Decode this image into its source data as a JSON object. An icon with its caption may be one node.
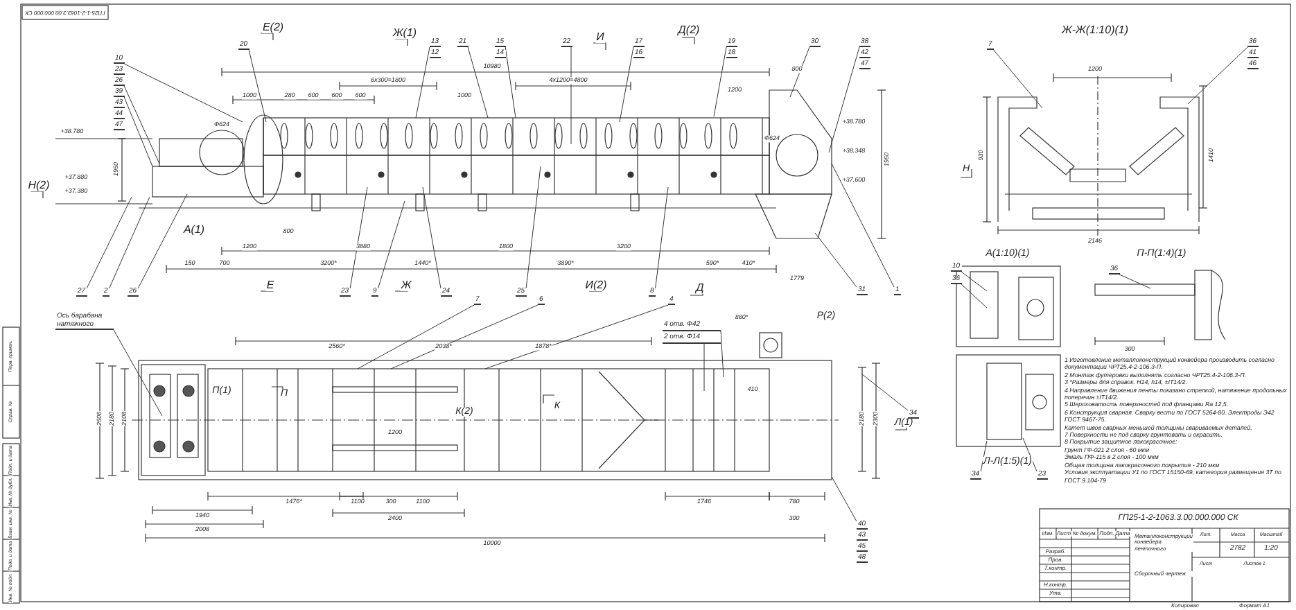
{
  "diagram": {
    "nodes": [
      {
        "text": [
          "10"
        ]
      },
      {
        "text": [
          "23"
        ]
      },
      {
        "text": [
          "26"
        ]
      },
      {
        "text": [
          "39"
        ]
      },
      {
        "text": [
          "43"
        ]
      },
      {
        "text": [
          "44"
        ]
      },
      {
        "text": [
          "47"
        ]
      },
      {
        "text": [
          "20"
        ]
      },
      {
        "text": [
          "13"
        ]
      },
      {
        "text": [
          "12"
        ]
      },
      {
        "text": [
          "21"
        ]
      },
      {
        "text": [
          "15"
        ]
      },
      {
        "text": [
          "14"
        ]
      },
      {
        "text": [
          "22"
        ]
      },
      {
        "text": [
          "17"
        ]
      },
      {
        "text": [
          "16"
        ]
      },
      {
        "text": [
          "19"
        ]
      },
      {
        "text": [
          "18"
        ]
      },
      {
        "text": [
          "30"
        ]
      },
      {
        "text": [
          "38"
        ]
      },
      {
        "text": [
          "42"
        ]
      },
      {
        "text": [
          "47"
        ]
      },
      {
        "text": [
          "27"
        ]
      },
      {
        "text": [
          "2"
        ]
      },
      {
        "text": [
          "26"
        ]
      },
      {
        "text": [
          "23"
        ]
      },
      {
        "text": [
          "9"
        ]
      },
      {
        "text": [
          "24"
        ]
      },
      {
        "text": [
          "7"
        ]
      },
      {
        "text": [
          "25"
        ]
      },
      {
        "text": [
          "6"
        ]
      },
      {
        "text": [
          "8"
        ]
      },
      {
        "text": [
          "4"
        ]
      },
      {
        "text": [
          "31"
        ]
      },
      {
        "text": [
          "1"
        ]
      },
      {
        "text": [
          "7"
        ]
      },
      {
        "text": [
          "36"
        ]
      },
      {
        "text": [
          "41"
        ]
      },
      {
        "text": [
          "46"
        ]
      },
      {
        "text": [
          "10"
        ]
      },
      {
        "text": [
          "36"
        ]
      },
      {
        "text": [
          "36"
        ]
      },
      {
        "text": [
          "34"
        ]
      },
      {
        "text": [
          "23"
        ]
      },
      {
        "text": [
          "40"
        ]
      },
      {
        "text": [
          "43"
        ]
      },
      {
        "text": [
          "45"
        ]
      },
      {
        "text": [
          "48"
        ]
      },
      {
        "text": [
          "34"
        ]
      },
      {
        "text": [
          "Ось барабана натяжного"
        ]
      },
      {
        "text": [
          "4 отв. Ф42"
        ]
      },
      {
        "text": [
          "2 отв. Ф14"
        ]
      }
    ],
    "edges": [
      {
        "from": 0,
        "to": null,
        "arrow": "none"
      },
      {
        "from": 2,
        "to": null,
        "arrow": "none"
      },
      {
        "from": 3,
        "to": null,
        "arrow": "none"
      },
      {
        "from": 7,
        "to": null,
        "arrow": "none"
      },
      {
        "from": 8,
        "to": null,
        "arrow": "none"
      },
      {
        "from": 10,
        "to": null,
        "arrow": "none"
      },
      {
        "from": 11,
        "to": null,
        "arrow": "none"
      },
      {
        "from": 13,
        "to": null,
        "arrow": "none"
      },
      {
        "from": 14,
        "to": null,
        "arrow": "none"
      },
      {
        "from": 16,
        "to": null,
        "arrow": "none"
      },
      {
        "from": 18,
        "to": null,
        "arrow": "none"
      },
      {
        "from": 19,
        "to": null,
        "arrow": "none"
      },
      {
        "from": 22,
        "to": null,
        "arrow": "none"
      },
      {
        "from": 23,
        "to": null,
        "arrow": "none"
      },
      {
        "from": 24,
        "to": null,
        "arrow": "none"
      },
      {
        "from": 25,
        "to": null,
        "arrow": "none"
      },
      {
        "from": 26,
        "to": null,
        "arrow": "none"
      },
      {
        "from": 27,
        "to": null,
        "arrow": "none"
      },
      {
        "from": 28,
        "to": null,
        "arrow": "none"
      },
      {
        "from": 29,
        "to": null,
        "arrow": "none"
      },
      {
        "from": 30,
        "to": null,
        "arrow": "none"
      },
      {
        "from": 31,
        "to": null,
        "arrow": "none"
      },
      {
        "from": 32,
        "to": null,
        "arrow": "none"
      },
      {
        "from": 33,
        "to": null,
        "arrow": "none"
      },
      {
        "from": 34,
        "to": null,
        "arrow": "none"
      },
      {
        "from": 35,
        "to": null,
        "arrow": "none"
      },
      {
        "from": 36,
        "to": null,
        "arrow": "none"
      },
      {
        "from": 39,
        "to": null,
        "arrow": "none"
      },
      {
        "from": 40,
        "to": null,
        "arrow": "none"
      },
      {
        "from": 41,
        "to": null,
        "arrow": "none"
      },
      {
        "from": 42,
        "to": null,
        "arrow": "none"
      },
      {
        "from": 43,
        "to": null,
        "arrow": "none"
      },
      {
        "from": 44,
        "to": null,
        "arrow": "none"
      },
      {
        "from": 48,
        "to": null,
        "arrow": "none"
      },
      {
        "from": 49,
        "to": null,
        "arrow": "none"
      },
      {
        "from": 50,
        "to": null,
        "arrow": "none"
      },
      {
        "from": 51,
        "to": null,
        "arrow": "none"
      }
    ],
    "labels": [
      "ГП25-1-2-1063.3.00.000.000 СК",
      "Е(2)",
      "Ж(1)",
      "И",
      "Д(2)",
      "10980",
      "6х300=1800",
      "4х1200=4800",
      "1000",
      "280",
      "600",
      "600",
      "600",
      "1000",
      "1200",
      "Ф624",
      "Ф624",
      "+38.780",
      "Н(2)",
      "+37.880",
      "+37.380",
      "1950",
      "А(1)",
      "800",
      "1200",
      "3880",
      "1800",
      "3200",
      "150",
      "700",
      "3200*",
      "1440*",
      "3890*",
      "590*",
      "410*",
      "1779",
      "Е",
      "Ж",
      "И(2)",
      "Д",
      "+38.780",
      "+38.348",
      "+37.600",
      "1950",
      "800",
      "Р(2)",
      "2560*",
      "2038*",
      "1878*",
      "880*",
      "П(1)",
      "П",
      "К(2)",
      "К",
      "Л(1)",
      "1200",
      "410",
      "2506",
      "2180",
      "2108",
      "2180",
      "2300",
      "1476*",
      "1100",
      "300",
      "1100",
      "2400",
      "1746",
      "780",
      "300",
      "1940",
      "2008",
      "10000",
      "Ж-Ж(1:10)(1)",
      "1200",
      "930",
      "1410",
      "2146",
      "Н",
      "А(1:10)(1)",
      "П-П(1:4)(1)",
      "300",
      "Л-Л(1:5)(1)",
      "1 Изготовление металлоконструкций конвейера производить согласно документации ЧРТ25.4-2-106.3-П.",
      "2 Монтаж футеровки выполнять согласно ЧРТ25.4-2-106.3-П.",
      "3 *Размеры для справок. Н14, h14, ±IT14/2.",
      "4 Направление движения ленты показано стрелкой, натяжение продольных поперечин ±IT14/2.",
      "5 Шероховатость поверхностей под фланцами Ra 12,5.",
      "6 Конструкция сварная. Сварку вести по ГОСТ 5264-80. Электроды Э42 ГОСТ 9467-75.",
      "Катет швов сварных меньшей толщины свариваемых деталей.",
      "7 Поверхности не под сварку грунтовать и окрасить.",
      "8 Покрытие защитное лакокрасочное:",
      "Грунт ГФ-021 2 слоя - 60 мкм",
      "Эмаль ПФ-115 в 2 слоя - 100 мкм",
      "Общая толщина лакокрасочного покрытия - 210 мкм",
      "Условия эксплуатации У1 по ГОСТ 15150-69, категория размещения 3Т по ГОСТ 9.104-79",
      "ГП25-1-2-1063.3.00.000.000 СК",
      "Металлоконструкции конвейера ленточного",
      "Сборочный чертеж",
      "Лит.",
      "Масса",
      "Масштаб",
      "2782",
      "1:20",
      "Лист",
      "Листов 1",
      "Изм.",
      "Лист",
      "№ докум.",
      "Подп.",
      "Дата",
      "Разраб.",
      "Пров.",
      "Т.контр.",
      "Н.контр.",
      "Утв.",
      "Перв. примен.",
      "Справ. №",
      "Подп. и дата",
      "Инв. № дубл.",
      "Взам. инв. №",
      "Подп. и дата",
      "Инв. № подл.",
      "Копировал",
      "Формат А1"
    ]
  }
}
